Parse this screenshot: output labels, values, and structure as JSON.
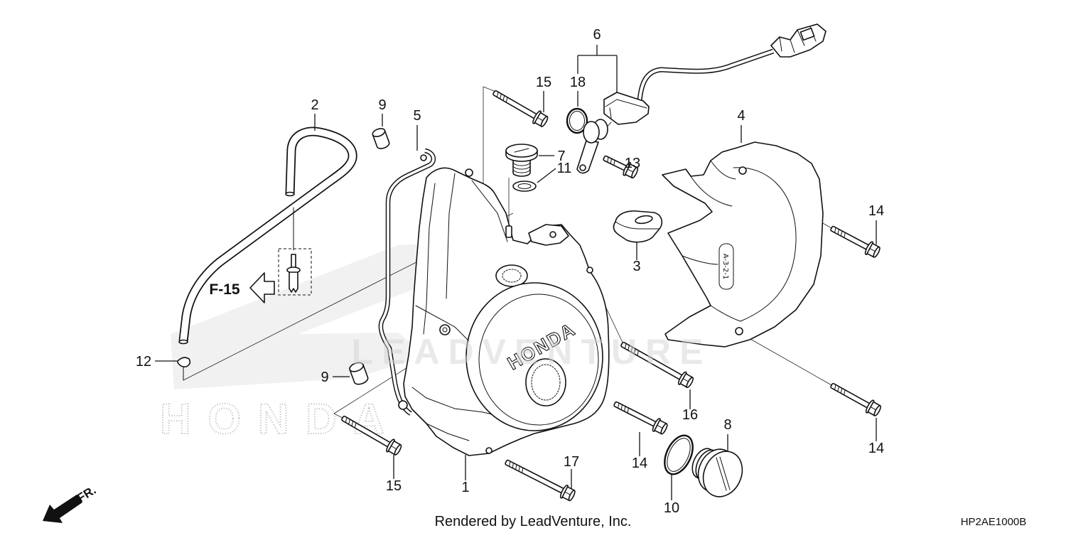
{
  "diagram": {
    "callouts": {
      "p6": "6",
      "p15_top": "15",
      "p18": "18",
      "p2": "2",
      "p9_top": "9",
      "p5": "5",
      "p4": "4",
      "p7": "7",
      "p13": "13",
      "p11": "11",
      "p14_upper_right": "14",
      "p3": "3",
      "p12": "12",
      "p9_bottom": "9",
      "p16": "16",
      "p8": "8",
      "p14_lower_right": "14",
      "p17": "17",
      "p14_center": "14",
      "p1": "1",
      "p15_bottom": "15",
      "p10": "10"
    },
    "reference_label": "F-15",
    "direction_label": "FR.",
    "cover_emboss": "HONDA",
    "guard_marking": "A-3-2-1",
    "watermark": "LEADVENTURE",
    "background_logo": "HONDA"
  },
  "footer": {
    "credit": "Rendered by LeadVenture, Inc.",
    "diagram_code": "HP2AE1000B"
  },
  "icons": {
    "reference_arrow": "arrow-left-outline-icon",
    "direction_arrow": "arrow-down-left-icon"
  },
  "colors": {
    "line": "#111111",
    "background": "#ffffff",
    "watermark": "#d5d5d5"
  }
}
